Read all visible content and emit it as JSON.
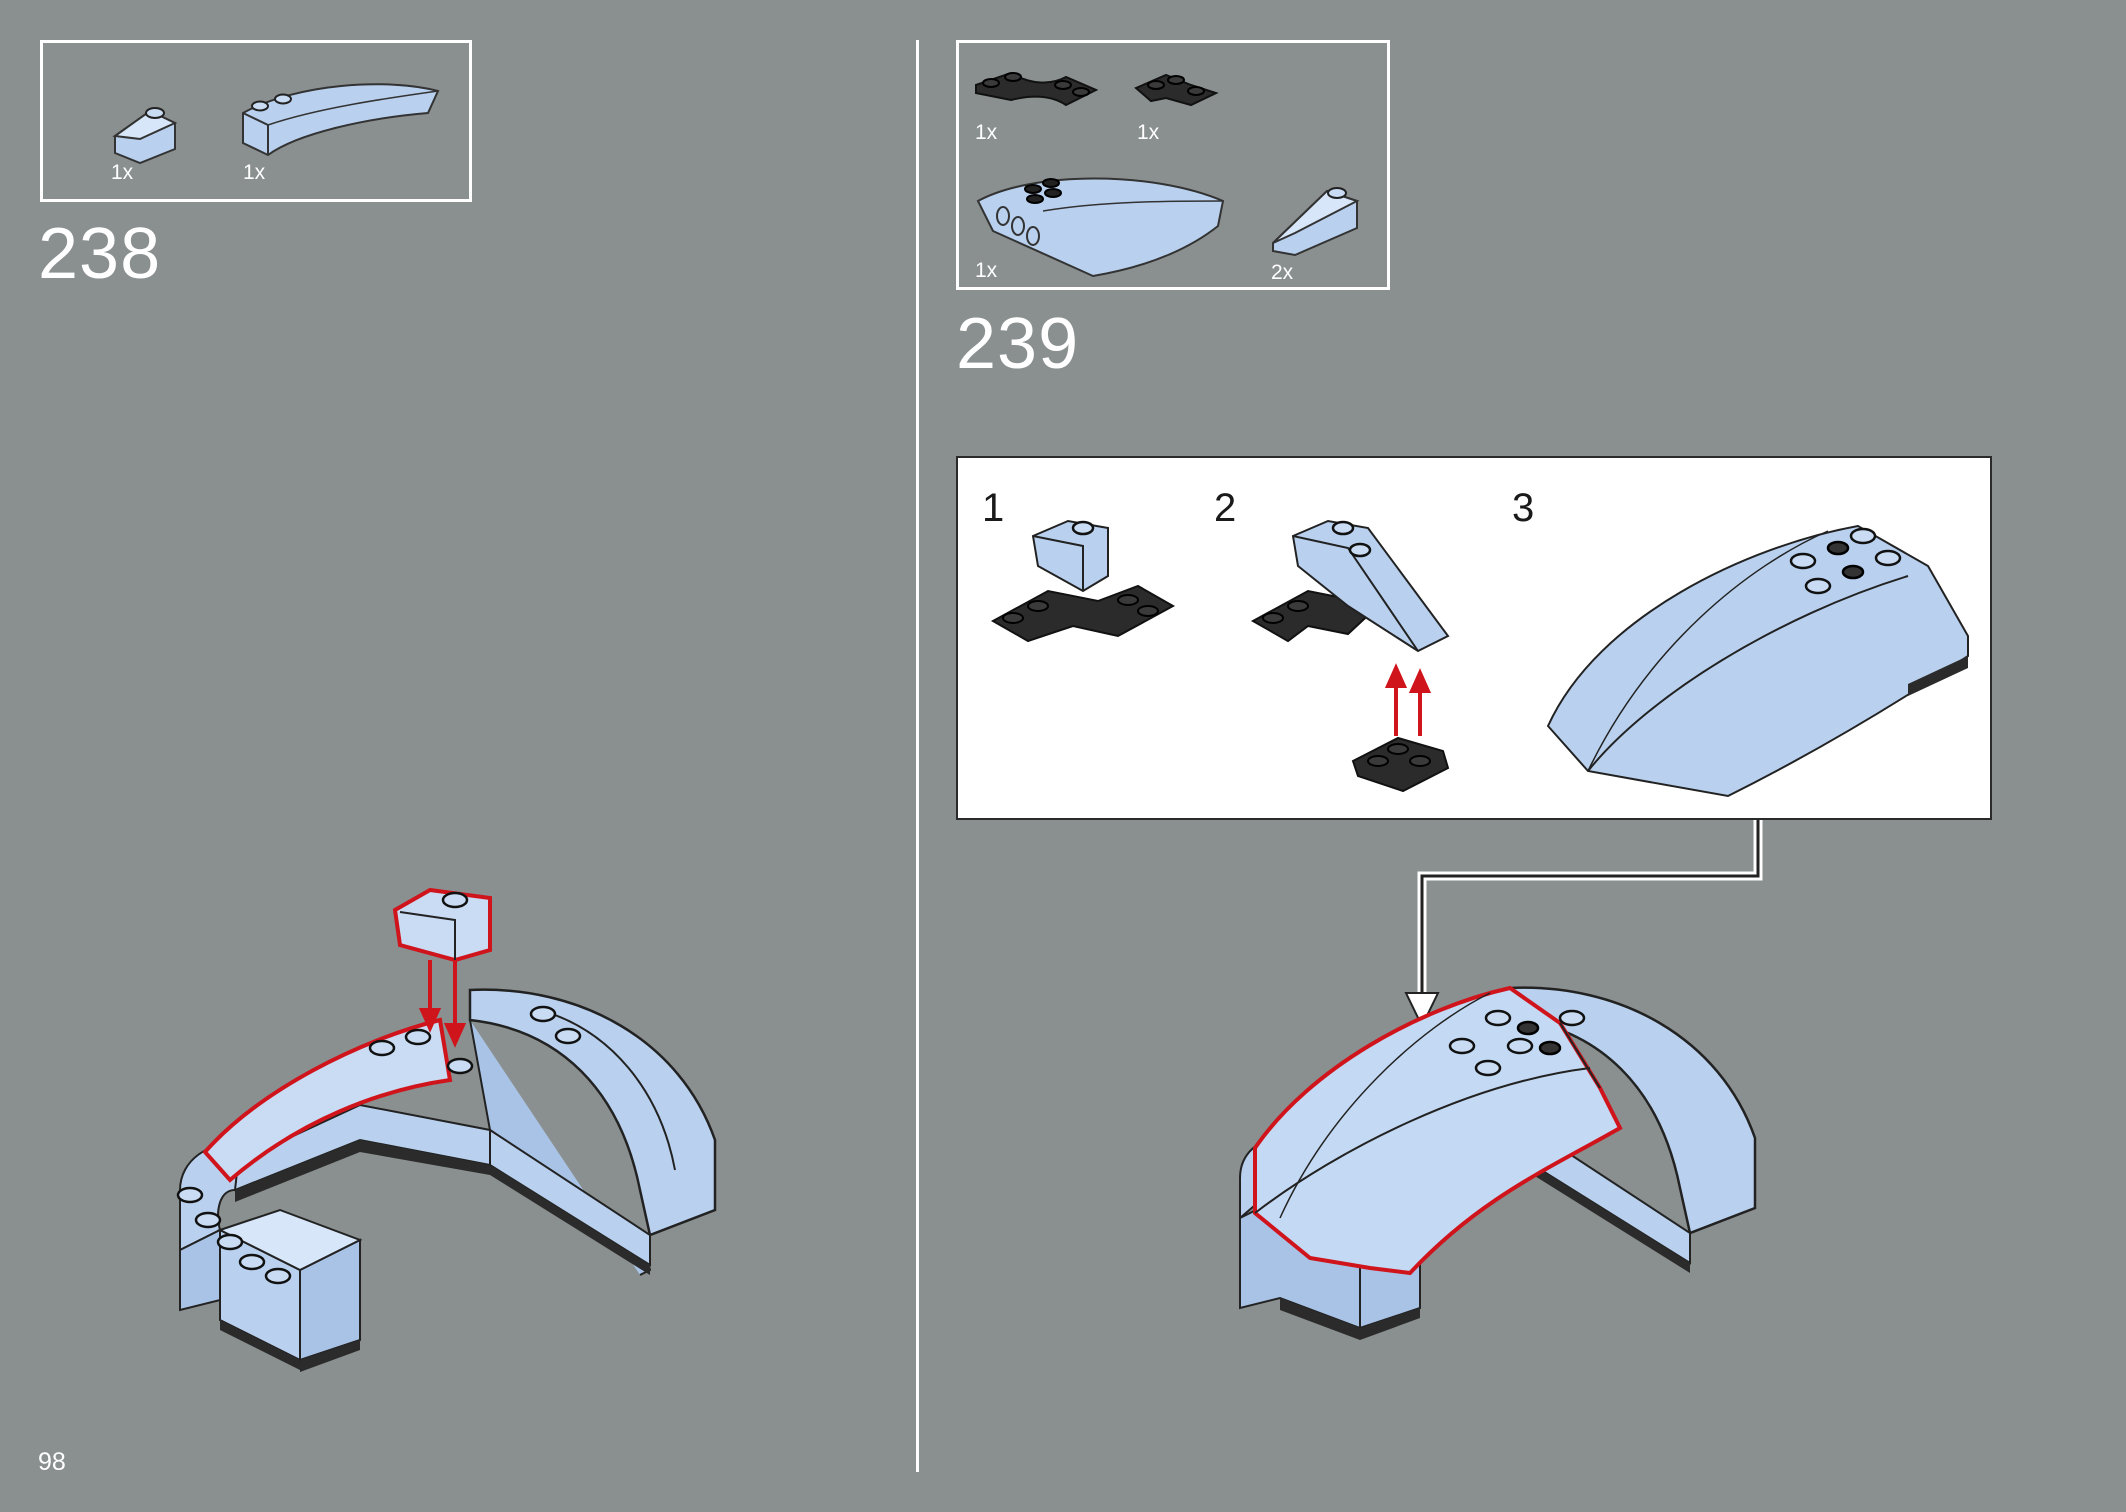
{
  "page": {
    "number": "98"
  },
  "colors": {
    "background": "#8a8f8f",
    "brick_light_blue": "#b9d1ef",
    "brick_light_blue_shade": "#8fb0da",
    "brick_black": "#2b2b2b",
    "highlight": "#d0141c",
    "line": "#ffffff"
  },
  "steps": [
    {
      "number": "238",
      "parts": [
        {
          "qty": "1x",
          "icon": "slope-brick-small-light-blue"
        },
        {
          "qty": "1x",
          "icon": "curved-wedge-brick-light-blue"
        }
      ]
    },
    {
      "number": "239",
      "parts": [
        {
          "qty": "1x",
          "icon": "arch-plate-black"
        },
        {
          "qty": "1x",
          "icon": "corner-plate-black"
        },
        {
          "qty": "1x",
          "icon": "large-curved-panel-light-blue"
        },
        {
          "qty": "2x",
          "icon": "slope-brick-small-light-blue"
        }
      ],
      "substeps": [
        "1",
        "2",
        "3"
      ]
    }
  ]
}
